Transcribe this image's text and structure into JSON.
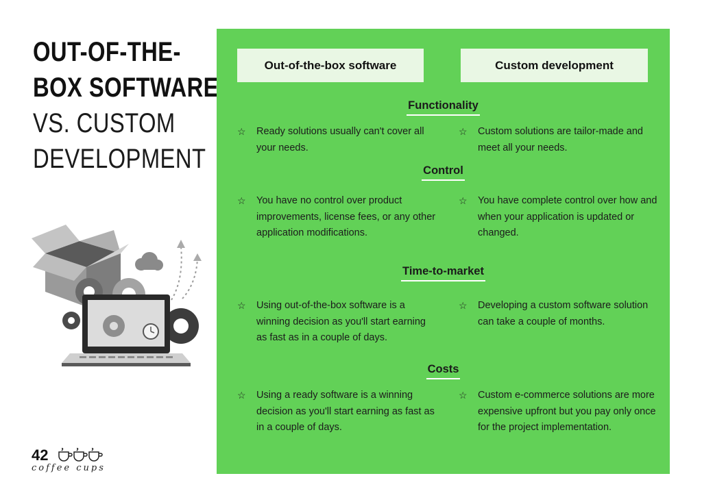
{
  "title": {
    "line1": "OUT-OF-THE-",
    "line2": "BOX SOFTWARE",
    "line3": "VS. CUSTOM",
    "line4": "DEVELOPMENT"
  },
  "columns": {
    "left": "Out-of-the-box software",
    "right": "Custom development"
  },
  "sections": [
    {
      "title": "Functionality",
      "left": "Ready solutions usually can't cover all your needs.",
      "right": "Custom solutions are tailor-made and meet all your needs."
    },
    {
      "title": "Control",
      "left": "You have no control over product improvements, license fees, or any other application modifications.",
      "right": "You have complete control over how and when your application is updated or changed."
    },
    {
      "title": "Time-to-market",
      "left": "Using out-of-the-box software is a winning decision as you'll start earning as fast as in a couple of days.",
      "right": "Developing a custom software solution can take a couple of months."
    },
    {
      "title": "Costs",
      "left": "Using a ready software is a winning decision as you'll start earning as fast as in a couple of days.",
      "right": "Custom e-commerce solutions are more expensive upfront but you pay only once for the project implementation."
    }
  ],
  "bullet_icon": "star-icon",
  "brand": {
    "number": "42",
    "text": "coffee cups"
  },
  "colors": {
    "panel": "#62d157",
    "header_box": "#e9f7e4",
    "underline": "#ffffff"
  }
}
